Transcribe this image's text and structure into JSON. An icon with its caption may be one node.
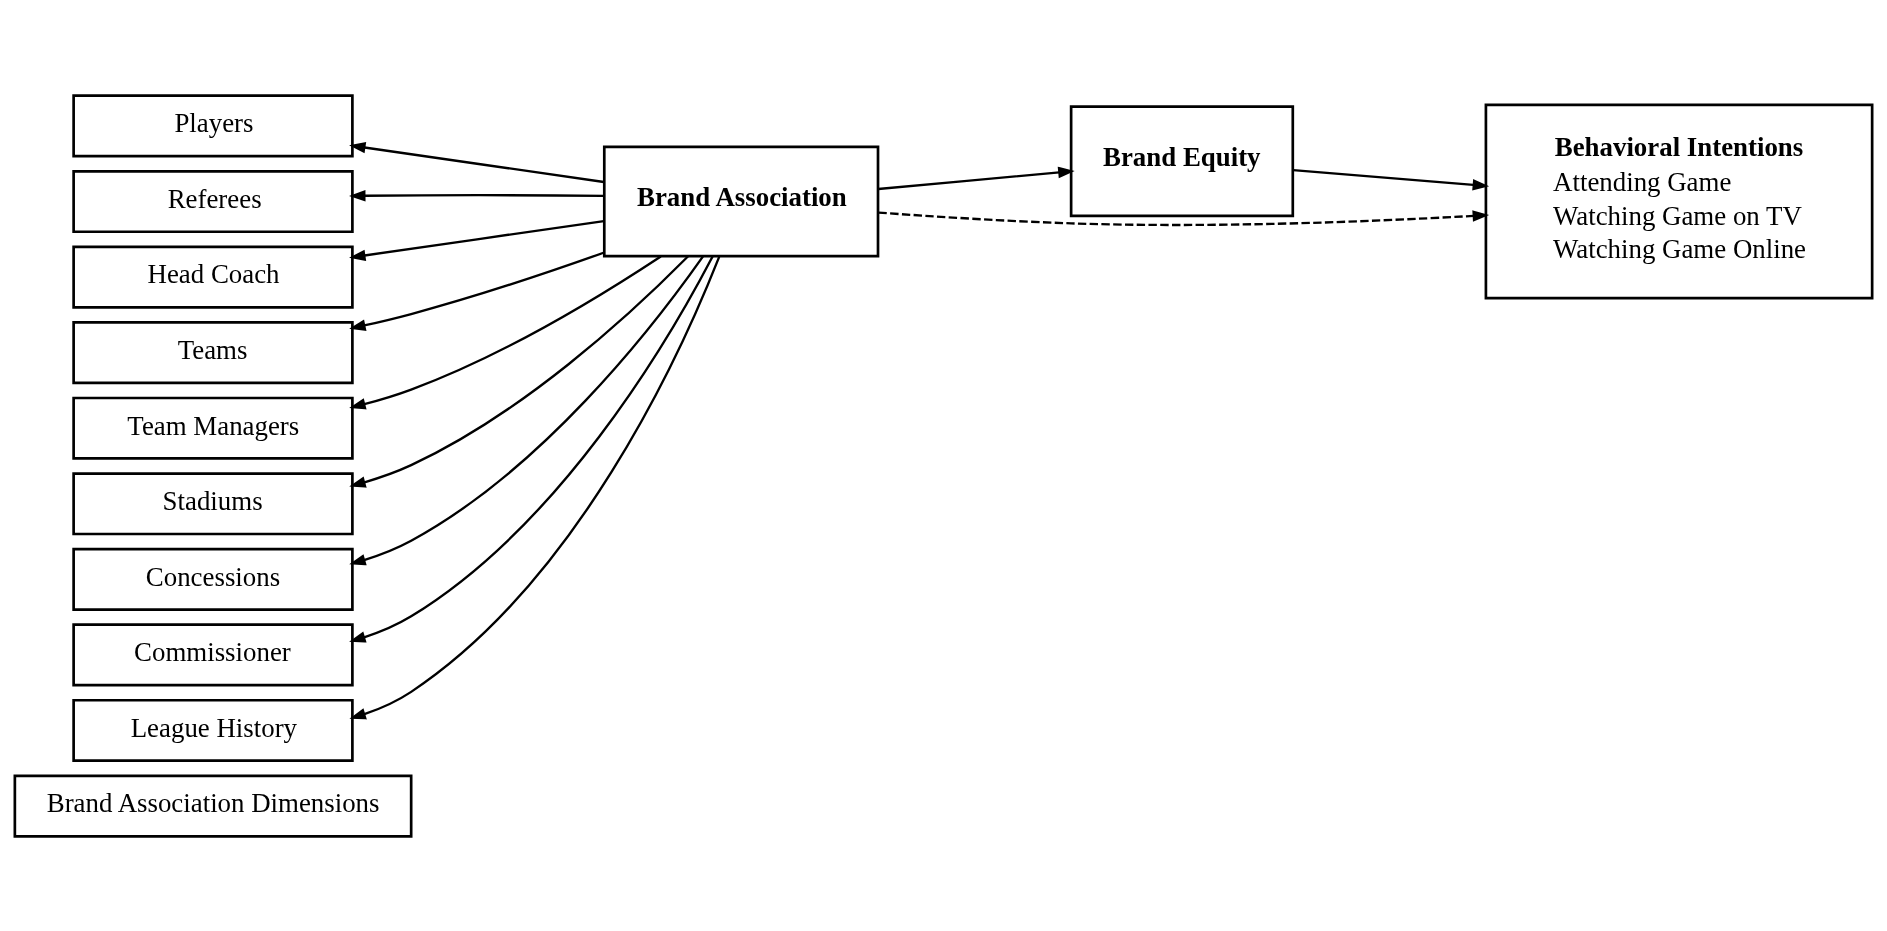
{
  "diagram": {
    "nodes": [
      {
        "text": [
          "Brand Association Dimensions"
        ]
      },
      {
        "text": [
          "Players"
        ]
      },
      {
        "text": [
          "Head Coach"
        ]
      },
      {
        "text": [
          "Teams"
        ]
      },
      {
        "text": [
          "Team Managers"
        ]
      },
      {
        "text": [
          "Referees"
        ]
      },
      {
        "text": [
          "Stadiums"
        ]
      },
      {
        "text": [
          "Concessions"
        ]
      },
      {
        "text": [
          "Commissioner"
        ]
      },
      {
        "text": [
          "League History"
        ]
      },
      {
        "text": [
          "Brand Association"
        ]
      },
      {
        "text": [
          "Brand Equity"
        ]
      },
      {
        "text": [
          "Behavioral Intentions",
          "Attending Game",
          "Watching Game on TV",
          "Watching Game Online"
        ]
      }
    ],
    "edges": [
      {
        "from": 10,
        "to": 1,
        "arrow": "to"
      },
      {
        "from": 10,
        "to": 2,
        "arrow": "to"
      },
      {
        "from": 10,
        "to": 3,
        "arrow": "to"
      },
      {
        "from": 10,
        "to": 4,
        "arrow": "to"
      },
      {
        "from": 10,
        "to": 5,
        "arrow": "to"
      },
      {
        "from": 10,
        "to": 6,
        "arrow": "to"
      },
      {
        "from": 10,
        "to": 7,
        "arrow": "to"
      },
      {
        "from": 10,
        "to": 8,
        "arrow": "to"
      },
      {
        "from": 10,
        "to": 9,
        "arrow": "to"
      },
      {
        "from": 10,
        "to": 11,
        "arrow": "to"
      },
      {
        "from": 11,
        "to": 12,
        "arrow": "to"
      },
      {
        "from": 10,
        "to": 12,
        "arrow": "to",
        "style": "dashed"
      }
    ]
  }
}
